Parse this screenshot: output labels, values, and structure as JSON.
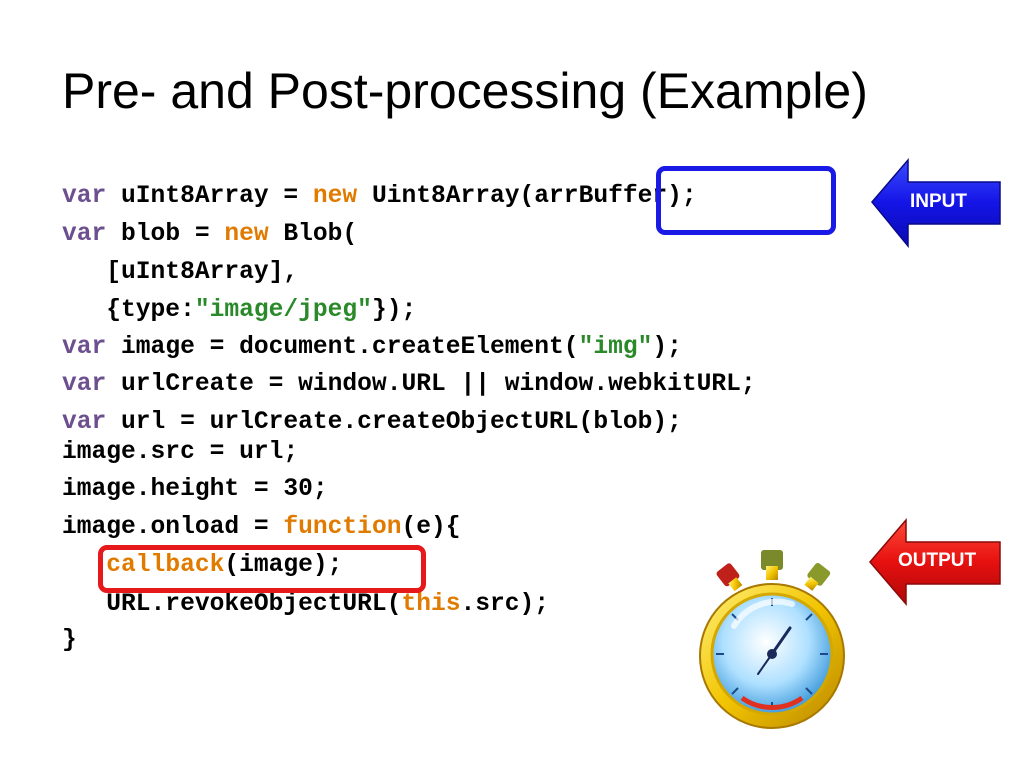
{
  "slide": {
    "title": "Pre- and Post-processing (Example)"
  },
  "code": {
    "l1": {
      "kw": "var",
      "a": " uInt8Array = ",
      "new": "new",
      "b": " Uint8Array(arrBuffer);"
    },
    "l2": {
      "kw": "var",
      "a": " blob = ",
      "new": "new",
      "b": " Blob("
    },
    "l3": {
      "a": "   [uInt8Array],"
    },
    "l4": {
      "a": "   {type:",
      "str": "\"image/jpeg\"",
      "b": "});"
    },
    "l5": {
      "kw": "var",
      "a": " image = document.createElement(",
      "str": "\"img\"",
      "b": ");"
    },
    "l6": {
      "kw": "var",
      "a": " urlCreate = window.URL || window.webkitURL;"
    },
    "l7": {
      "kw": "var",
      "a": " url = urlCreate.createObjectURL(blob);"
    },
    "l8": {
      "a": "image.src = url;"
    },
    "l9": {
      "a": "image.height = 30;"
    },
    "l10": {
      "a": "image.onload = ",
      "fn": "function",
      "b": "(e){"
    },
    "l11": {
      "pre": "   ",
      "cb": "callback",
      "b": "(image);"
    },
    "l12": {
      "a": "   URL.revokeObjectURL(",
      "this": "this",
      "b": ".src);"
    },
    "l13": {
      "a": "}"
    }
  },
  "callouts": {
    "input_label": "INPUT",
    "output_label": "OUTPUT"
  },
  "colors": {
    "keyword": "#6b4f8f",
    "orange_keyword": "#e07b00",
    "string": "#2a8a2a",
    "input_box": "#1a1ae6",
    "output_box": "#e61a1a"
  },
  "icons": {
    "stopwatch": "stopwatch-icon",
    "input_arrow": "left-arrow-icon",
    "output_arrow": "left-arrow-icon"
  }
}
